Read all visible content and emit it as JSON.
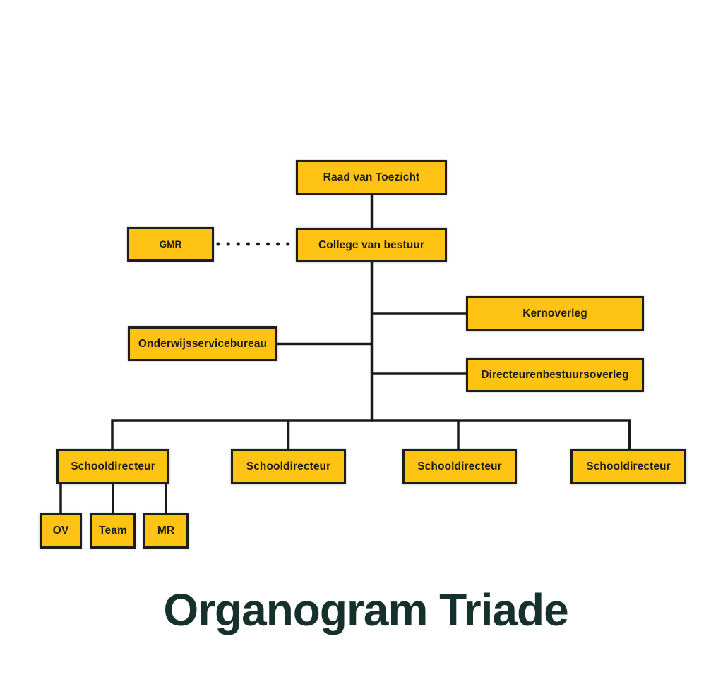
{
  "title": "Organogram Triade",
  "colors": {
    "background": "#FFFFFF",
    "node_fill": "#FFC313",
    "node_border": "#1D1D1B",
    "node_text": "#1D1D1B",
    "line": "#1A1A1A",
    "title_text": "#16302C"
  },
  "chart_data": {
    "type": "org-chart",
    "nodes": {
      "raad_van_toezicht": "Raad van Toezicht",
      "gmr": "GMR",
      "college_van_bestuur": "College van bestuur",
      "kernoverleg": "Kernoverleg",
      "onderwijsservicebureau": "Onderwijsservicebureau",
      "directeurenbestuursoverleg": "Directeurenbestuursoverleg",
      "schooldirecteuren": [
        "Schooldirecteur",
        "Schooldirecteur",
        "Schooldirecteur",
        "Schooldirecteur"
      ],
      "schooldirecteur_1_children": [
        "OV",
        "Team",
        "MR"
      ]
    },
    "edges": [
      {
        "from": "Raad van Toezicht",
        "to": "College van bestuur",
        "style": "solid"
      },
      {
        "from": "GMR",
        "to": "College van bestuur",
        "style": "dotted"
      },
      {
        "from": "College van bestuur",
        "to": "Kernoverleg",
        "style": "solid"
      },
      {
        "from": "College van bestuur",
        "to": "Onderwijsservicebureau",
        "style": "solid"
      },
      {
        "from": "College van bestuur",
        "to": "Directeurenbestuursoverleg",
        "style": "solid"
      },
      {
        "from": "College van bestuur",
        "to": "Schooldirecteur 1",
        "style": "solid"
      },
      {
        "from": "College van bestuur",
        "to": "Schooldirecteur 2",
        "style": "solid"
      },
      {
        "from": "College van bestuur",
        "to": "Schooldirecteur 3",
        "style": "solid"
      },
      {
        "from": "College van bestuur",
        "to": "Schooldirecteur 4",
        "style": "solid"
      },
      {
        "from": "Schooldirecteur 1",
        "to": "OV",
        "style": "solid"
      },
      {
        "from": "Schooldirecteur 1",
        "to": "Team",
        "style": "solid"
      },
      {
        "from": "Schooldirecteur 1",
        "to": "MR",
        "style": "solid"
      }
    ]
  }
}
